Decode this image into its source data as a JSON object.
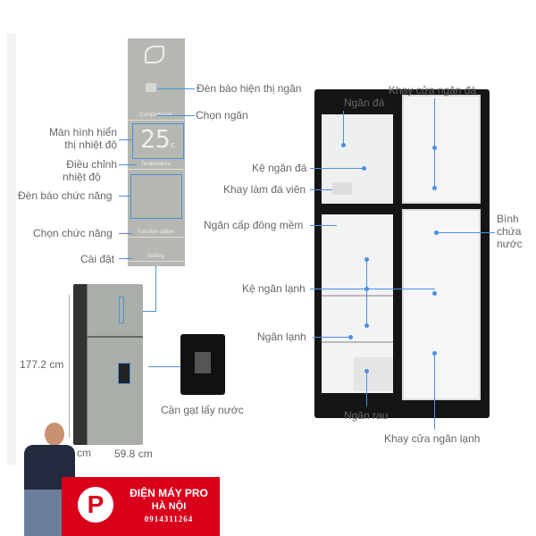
{
  "panel": {
    "compartment": "Compartment",
    "temperature": "Temperature",
    "function_option": "Function option",
    "setting": "Setting",
    "display_value": "25",
    "display_unit": "c"
  },
  "left_labels": {
    "compartment_indicator": "Đèn báo hiện thị ngăn",
    "select_compartment": "Chọn ngăn",
    "temp_display_1": "Màn hình hiển",
    "temp_display_2": "thị nhiệt độ",
    "temp_adjust_1": "Điều chỉnh",
    "temp_adjust_2": "nhiệt độ",
    "function_indicator": "Đèn báo chức năng",
    "function_select": "Chọn chức năng",
    "setting": "Cài đặt"
  },
  "dimensions": {
    "height": "177.2 cm",
    "depth": "cm",
    "width": "59.8 cm"
  },
  "dispenser": {
    "label": "Cần gạt lấy nước"
  },
  "right_labels": {
    "freezer": "Ngăn đá",
    "freezer_door_tray": "Khay cửa ngăn đá",
    "freezer_shelf": "Kệ ngăn đá",
    "ice_tray": "Khay làm đá viên",
    "soft_freeze": "Ngăn cấp đông mềm",
    "water_tank_1": "Bình",
    "water_tank_2": "chứa",
    "water_tank_3": "nước",
    "fridge_shelf": "Kệ ngăn lạnh",
    "fridge": "Ngăn lạnh",
    "vegetable": "Ngăn rau",
    "fridge_door_tray": "Khay cửa ngăn lạnh"
  },
  "brand": {
    "name": "ĐIỆN MÁY PRO",
    "city": "HÀ NỘI",
    "phone": "0914311264",
    "color": "#d9001b"
  },
  "colors": {
    "accent": "#4a90e2",
    "panel": "#b4b8b0"
  }
}
